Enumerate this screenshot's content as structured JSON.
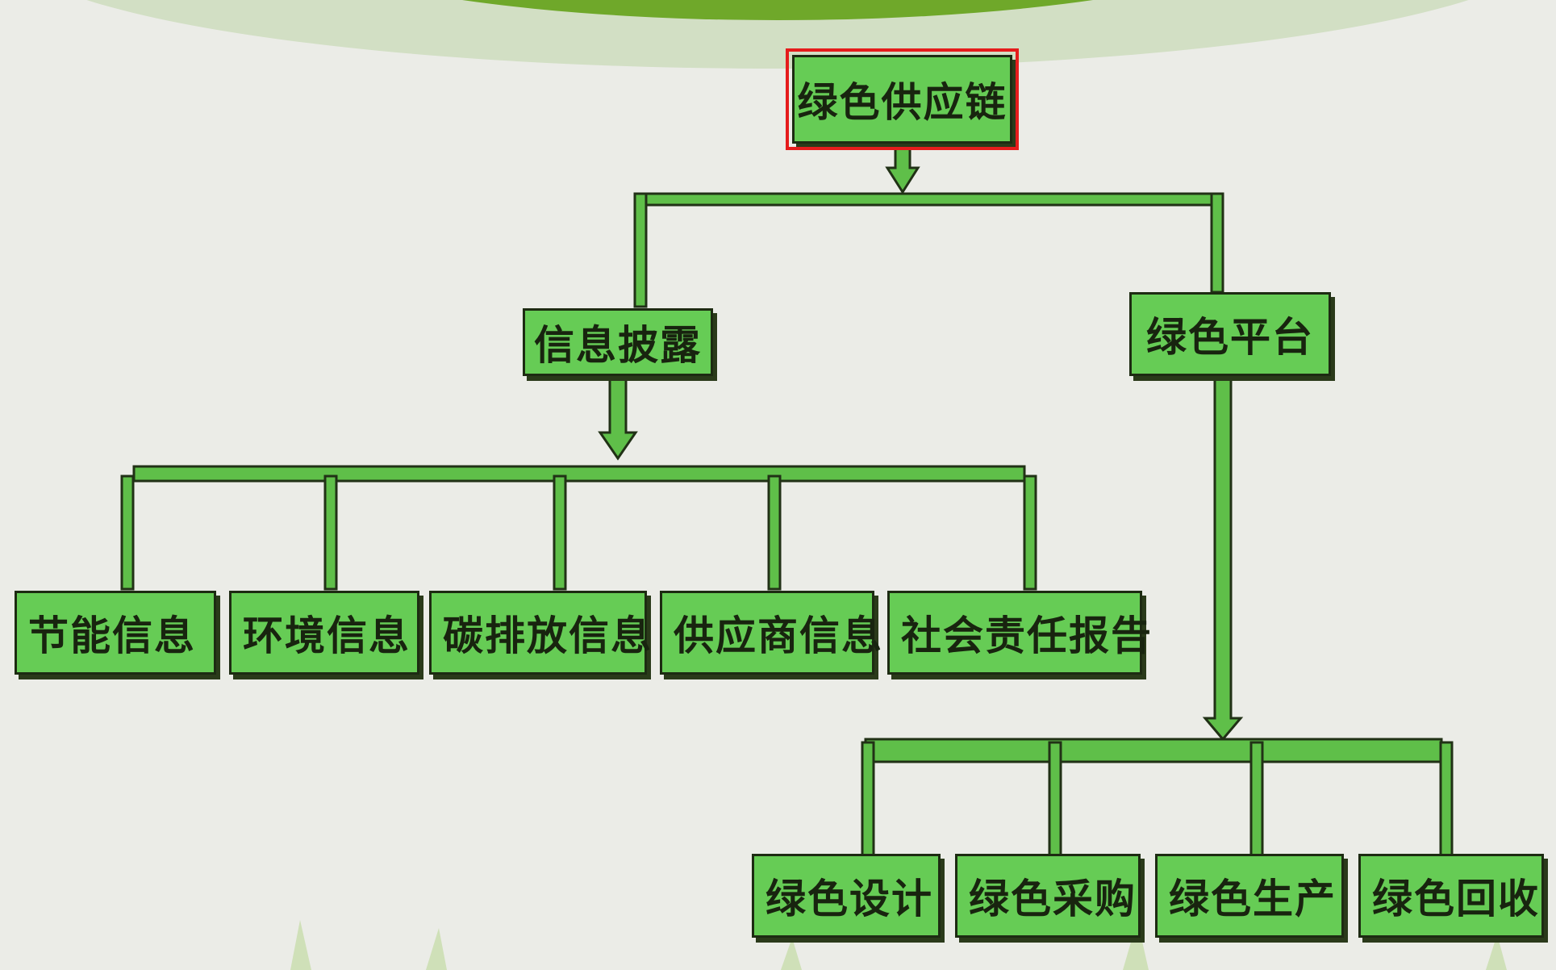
{
  "diagram": {
    "root": {
      "label": "绿色供应链",
      "selected": true
    },
    "branches": [
      {
        "label": "信息披露",
        "children": [
          "节能信息",
          "环境信息",
          "碳排放信息",
          "供应商信息",
          "社会责任报告"
        ]
      },
      {
        "label": "绿色平台",
        "children": [
          "绿色设计",
          "绿色采购",
          "绿色生产",
          "绿色回收"
        ]
      }
    ]
  },
  "colors": {
    "background": "#ebece7",
    "node_fill": "#66cc55",
    "node_border": "#1d2b12",
    "connector_fill": "#5fbf49",
    "connector_border": "#213116",
    "selection_outline": "#e51c1c",
    "banner_green": "#6fa82a"
  },
  "icons": {
    "connector_arrow": "down-arrow-icon"
  }
}
